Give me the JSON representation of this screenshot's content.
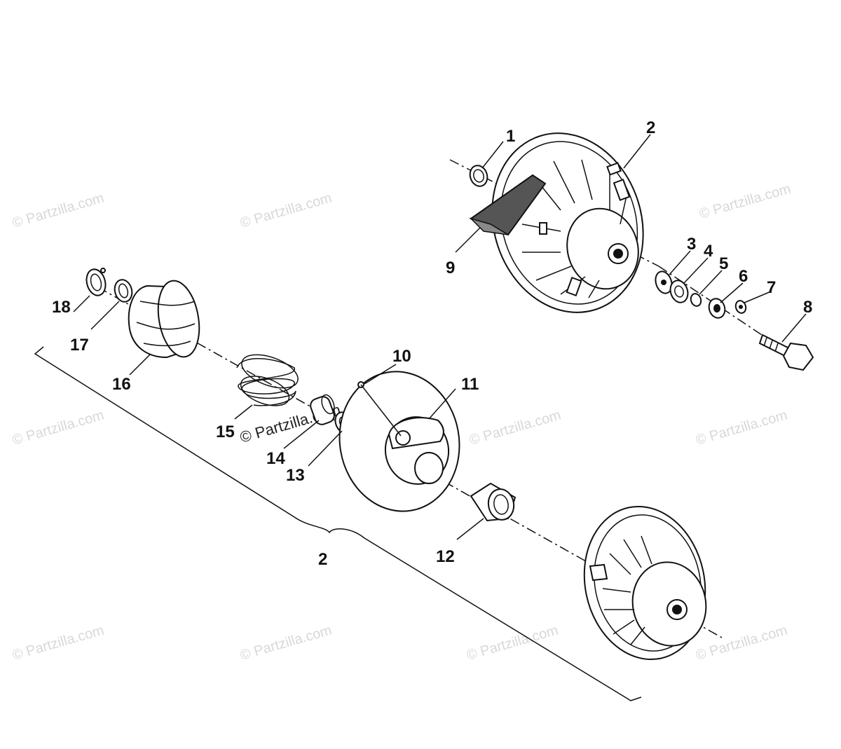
{
  "watermark": "© Partzilla.com",
  "callouts": [
    {
      "id": "1",
      "label": "1"
    },
    {
      "id": "2a",
      "label": "2"
    },
    {
      "id": "3",
      "label": "3"
    },
    {
      "id": "4",
      "label": "4"
    },
    {
      "id": "5",
      "label": "5"
    },
    {
      "id": "6",
      "label": "6"
    },
    {
      "id": "7",
      "label": "7"
    },
    {
      "id": "8",
      "label": "8"
    },
    {
      "id": "9",
      "label": "9"
    },
    {
      "id": "10",
      "label": "10"
    },
    {
      "id": "11",
      "label": "11"
    },
    {
      "id": "12",
      "label": "12"
    },
    {
      "id": "13",
      "label": "13"
    },
    {
      "id": "14",
      "label": "14"
    },
    {
      "id": "15",
      "label": "15"
    },
    {
      "id": "16",
      "label": "16"
    },
    {
      "id": "17",
      "label": "17"
    },
    {
      "id": "18",
      "label": "18"
    },
    {
      "id": "2b",
      "label": "2"
    }
  ]
}
